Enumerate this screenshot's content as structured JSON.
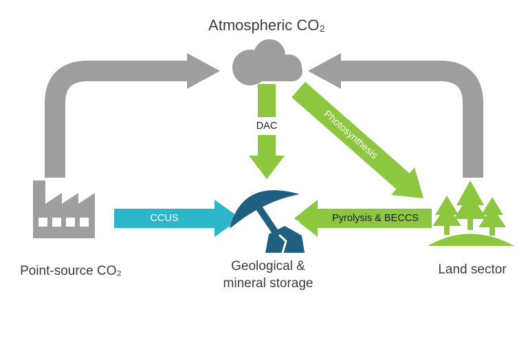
{
  "diagram": {
    "type": "carbon-flow-diagram",
    "nodes": {
      "atmosphere": {
        "label": "Atmospheric CO₂",
        "icon": "cloud-icon",
        "color": "#9e9e9e"
      },
      "point_source": {
        "label": "Point-source CO₂",
        "icon": "factory-icon",
        "color": "#9e9e9e"
      },
      "storage": {
        "label_line1": "Geological &",
        "label_line2": "mineral storage",
        "icon": "pickaxe-rock-icon",
        "color": "#1f5f80"
      },
      "land": {
        "label": "Land sector",
        "icon": "pine-trees-icon",
        "color": "#8dc63f"
      }
    },
    "flows": [
      {
        "id": "point-source-to-atmosphere",
        "from": "point_source",
        "to": "atmosphere",
        "color": "#9e9e9e"
      },
      {
        "id": "land-to-atmosphere",
        "from": "land",
        "to": "atmosphere",
        "color": "#9e9e9e"
      },
      {
        "id": "dac",
        "from": "atmosphere",
        "to": "storage",
        "label": "DAC",
        "color": "#8dc63f"
      },
      {
        "id": "photosynthesis",
        "from": "atmosphere",
        "to": "land",
        "label": "Photosynthesis",
        "color": "#8dc63f"
      },
      {
        "id": "ccus",
        "from": "point_source",
        "to": "storage",
        "label": "CCUS",
        "color": "#2db6c9"
      },
      {
        "id": "pyrolysis_beccs",
        "from": "land",
        "to": "storage",
        "label": "Pyrolysis & BECCS",
        "color": "#8dc63f"
      }
    ],
    "colors": {
      "gray": "#9e9e9e",
      "green": "#8dc63f",
      "teal": "#2db6c9",
      "navy": "#1f5f80",
      "text": "#3b3b3b",
      "background": "#ffffff"
    }
  }
}
